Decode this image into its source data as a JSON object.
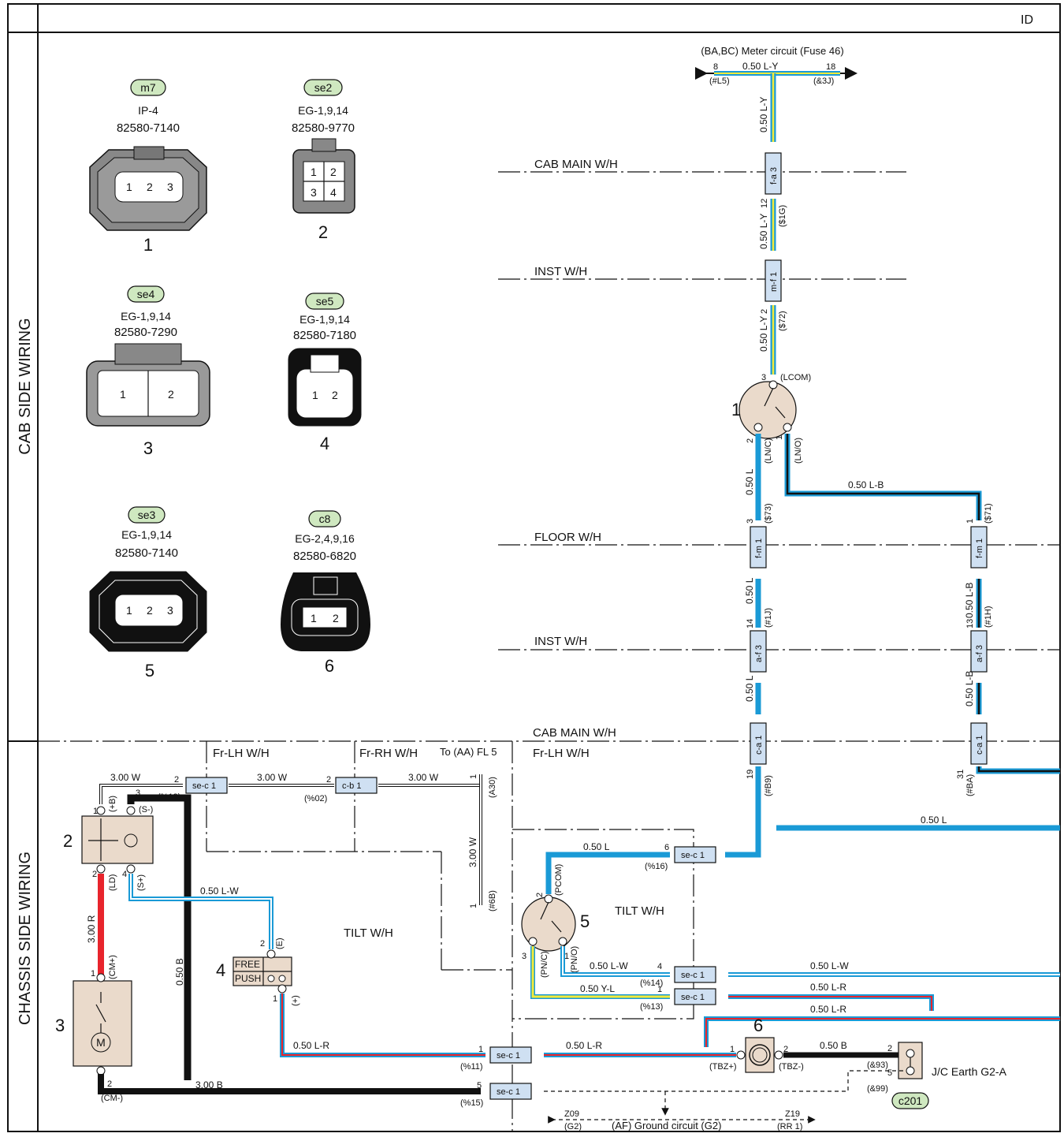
{
  "header": {
    "id_label": "ID"
  },
  "side_labels": {
    "cab": "CAB SIDE WIRING",
    "chassis": "CHASSIS SIDE WIRING"
  },
  "connectors": [
    {
      "tag": "m7",
      "use": "IP-4",
      "part": "82580-7140",
      "num": "1",
      "pins": [
        "1",
        "2",
        "3"
      ]
    },
    {
      "tag": "se2",
      "use": "EG-1,9,14",
      "part": "82580-9770",
      "num": "2",
      "pins": [
        "1",
        "2",
        "3",
        "4"
      ]
    },
    {
      "tag": "se4",
      "use": "EG-1,9,14",
      "part": "82580-7290",
      "num": "3",
      "pins": [
        "1",
        "2"
      ]
    },
    {
      "tag": "se5",
      "use": "EG-1,9,14",
      "part": "82580-7180",
      "num": "4",
      "pins": [
        "1",
        "2"
      ]
    },
    {
      "tag": "se3",
      "use": "EG-1,9,14",
      "part": "82580-7140",
      "num": "5",
      "pins": [
        "1",
        "2",
        "3"
      ]
    },
    {
      "tag": "c8",
      "use": "EG-2,4,9,16",
      "part": "82580-6820",
      "num": "6",
      "pins": [
        "1",
        "2"
      ]
    }
  ],
  "harness": {
    "cab_main": "CAB MAIN W/H",
    "inst": "INST W/H",
    "floor": "FLOOR W/H",
    "fr_lh": "Fr-LH W/H",
    "fr_rh": "Fr-RH W/H",
    "tilt": "TILT W/H",
    "to_aa": "To (AA) FL 5"
  },
  "meter": {
    "title": "(BA,BC) Meter circuit (Fuse 46)",
    "left_pin": "8",
    "left_code": "(#L5)",
    "right_pin": "18",
    "right_code": "(&3J)",
    "wire": "0.50 L-Y"
  },
  "wires": {
    "ly": "0.50 L-Y",
    "l": "0.50 L",
    "lb": "0.50 L-B",
    "w300": "3.00 W",
    "r300": "3.00 R",
    "b050": "0.50 B",
    "b300": "3.00 B",
    "lw": "0.50 L-W",
    "lr": "0.50 L-R",
    "yl": "0.50 Y-L"
  },
  "inline": {
    "fa3": "f-a 3",
    "mf1": "m-f 1",
    "fm1": "f-m 1",
    "af3": "a-f 3",
    "ca1": "c-a 1",
    "sec1": "se-c 1",
    "cb1": "c-b 1"
  },
  "pins": {
    "p12": "12",
    "c1g": "($1G)",
    "p2": "2",
    "c72": "($72)",
    "p3": "3",
    "lcom": "(LCOM)",
    "lnc": "(LN/C)",
    "lno": "(LN/O)",
    "c73": "($73)",
    "c71": "($71)",
    "p1": "1",
    "p14": "14",
    "c1j": "(#1J)",
    "p13": "13",
    "c1h": "(#1H)",
    "p19": "19",
    "cb9": "(#B9)",
    "p31": "31",
    "cba": "(#BA)",
    "p4": "4",
    "p5": "5",
    "p6": "6",
    "c12": "(%12)",
    "c02": "(%02)",
    "a30": "(A30)",
    "c6b": "(#6B)",
    "c16": "(%16)",
    "c14": "(%14)",
    "c13": "(%13)",
    "c11": "(%11)",
    "c15": "(%15)",
    "pb": "(+B)",
    "sm": "(S-)",
    "ld": "(LD)",
    "sp": "(S+)",
    "cmp": "(CM+)",
    "cmm": "(CM-)",
    "e": "(E)",
    "plus": "(+)",
    "pcom": "(PCOM)",
    "pnc": "(PN/C)",
    "pno": "(PN/O)",
    "tbzp": "(TBZ+)",
    "tbzm": "(TBZ-)",
    "c93": "(&93)",
    "c99": "(&99)"
  },
  "components": {
    "n1": "1",
    "n2": "2",
    "n3": "3",
    "n4": "4",
    "n5": "5",
    "n6": "6",
    "motor": "M",
    "free": "FREE",
    "push": "PUSH"
  },
  "earth": {
    "label": "J/C Earth G2-A",
    "tag": "c201"
  },
  "ground": {
    "z09": "Z09",
    "g2": "(G2)",
    "title": "(AF) Ground circuit (G2)",
    "z19": "Z19",
    "rr1": "(RR 1)"
  },
  "colors": {
    "blue": "#1a9ad6",
    "yellow": "#f2ea3a",
    "red": "#e8242c",
    "black": "#111111",
    "tag": "#cfe8c0",
    "conn": "#cfe0f2",
    "comp": "#eadacb"
  }
}
